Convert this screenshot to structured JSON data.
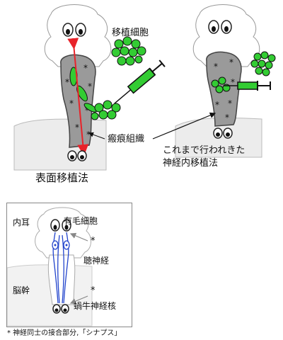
{
  "panel_left": {
    "label_cells": "移植細胞",
    "label_scar": "瘢痕組織",
    "label_method": "表面移植法"
  },
  "panel_right": {
    "label_method_line1": "これまで行われきた",
    "label_method_line2": "神経内移植法"
  },
  "inset": {
    "label_inner_ear": "内耳",
    "label_hair_cell": "有毛細胞",
    "label_auditory_nerve": "聴神経",
    "label_brainstem": "脳幹",
    "label_cochlear_nucleus": "蝸牛神経核",
    "star_symbol": "*"
  },
  "footnote": {
    "text": "* 神経同士の接合部分,「シナプス」"
  },
  "colors": {
    "cell_green": "#33cc33",
    "tissue_gray": "#999999",
    "arrow_red": "#e8232a",
    "nerve_blue": "#2244cc"
  }
}
